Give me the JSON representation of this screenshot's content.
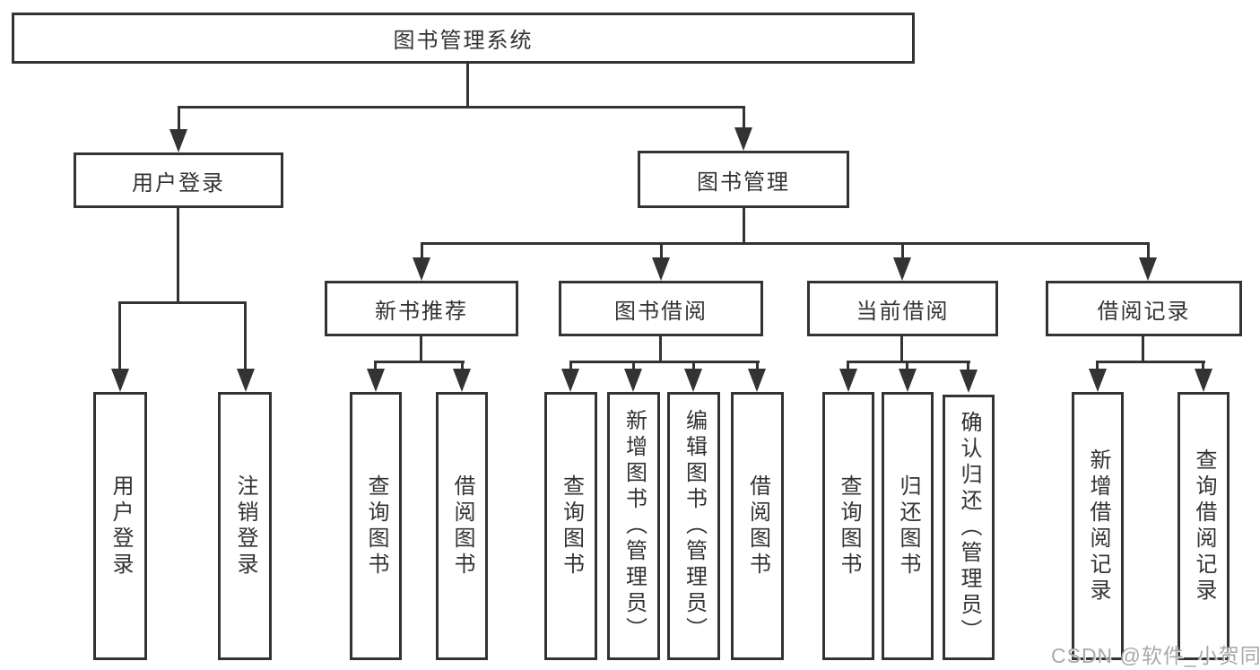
{
  "colors": {
    "line": "#333333",
    "box_border": "#333333",
    "text": "#333333",
    "background": "#ffffff",
    "watermark": "#a9a9a9"
  },
  "diagram": {
    "root": {
      "label": "图书管理系统"
    },
    "branches": [
      {
        "label": "用户登录",
        "children": [
          {
            "label": "用户登录"
          },
          {
            "label": "注销登录"
          }
        ]
      },
      {
        "label": "图书管理",
        "children": [
          {
            "label": "新书推荐",
            "children": [
              {
                "label": "查询图书"
              },
              {
                "label": "借阅图书"
              }
            ]
          },
          {
            "label": "图书借阅",
            "children": [
              {
                "label": "查询图书"
              },
              {
                "label": "新增图书（管理员）"
              },
              {
                "label": "编辑图书（管理员）"
              },
              {
                "label": "借阅图书"
              }
            ]
          },
          {
            "label": "当前借阅",
            "children": [
              {
                "label": "查询图书"
              },
              {
                "label": "归还图书"
              },
              {
                "label": "确认归还（管理员）"
              }
            ]
          },
          {
            "label": "借阅记录",
            "children": [
              {
                "label": "新增借阅记录"
              },
              {
                "label": "查询借阅记录"
              }
            ]
          }
        ]
      }
    ]
  },
  "watermark": {
    "text": "CSDN @软件_小贺同学"
  }
}
